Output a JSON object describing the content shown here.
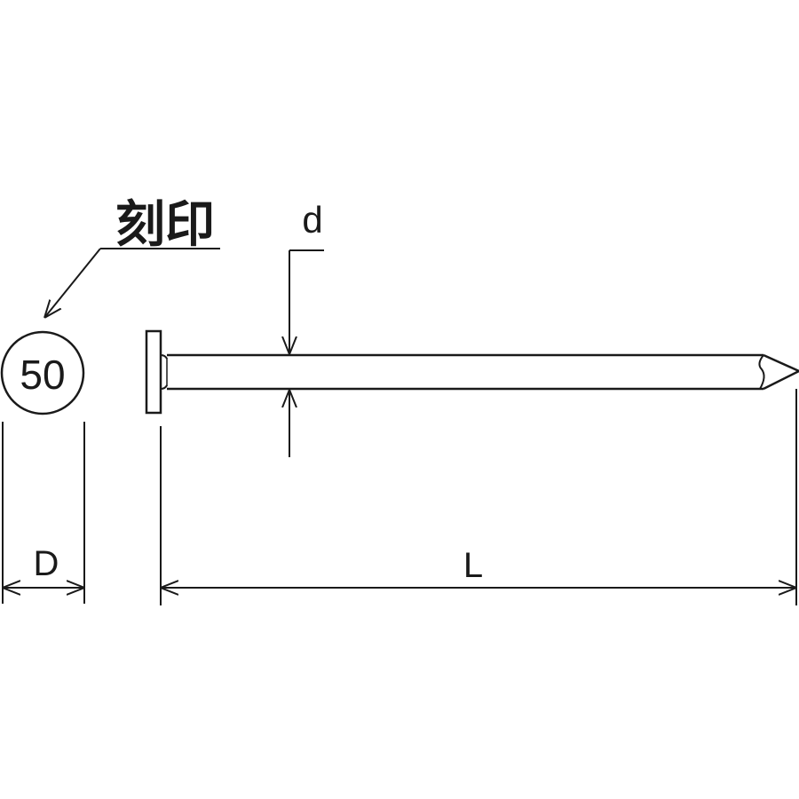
{
  "labels": {
    "marking": "刻印",
    "stamp_number": "50",
    "shank_diameter": "d",
    "head_diameter": "D",
    "length": "L"
  },
  "colors": {
    "line": "#1a1a1a",
    "background": "#ffffff"
  }
}
